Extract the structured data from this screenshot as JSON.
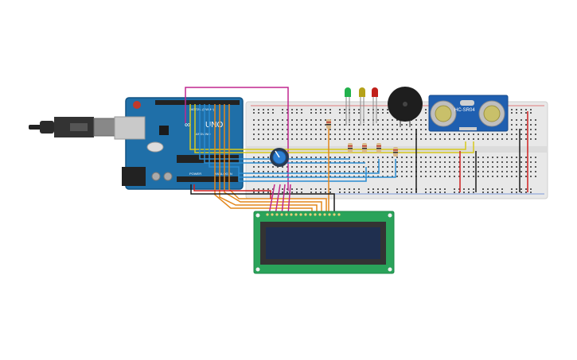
{
  "arduino": {
    "brand_logo": "∞",
    "model": "UNO",
    "maker": "ARDUINO",
    "digital_label": "DIGITAL (PWM~)",
    "power_label": "POWER",
    "analog_label": "ANALOG IN",
    "board_color": "#1f6fa8"
  },
  "sensor": {
    "model": "HC-SR04"
  },
  "leds": [
    {
      "name": "green",
      "color": "#22b14c"
    },
    {
      "name": "yellow",
      "color": "#b5a21a"
    },
    {
      "name": "red",
      "color": "#c0201a"
    }
  ],
  "lcd": {
    "screen_color": "#1f2f4f",
    "pcb_color": "#2aa35a"
  },
  "wire_colors": {
    "magenta": "#c0278f",
    "yellow": "#d6c81c",
    "blue": "#2a8cd1",
    "orange": "#e3871c",
    "red": "#d02020",
    "black": "#1a1a1a"
  }
}
